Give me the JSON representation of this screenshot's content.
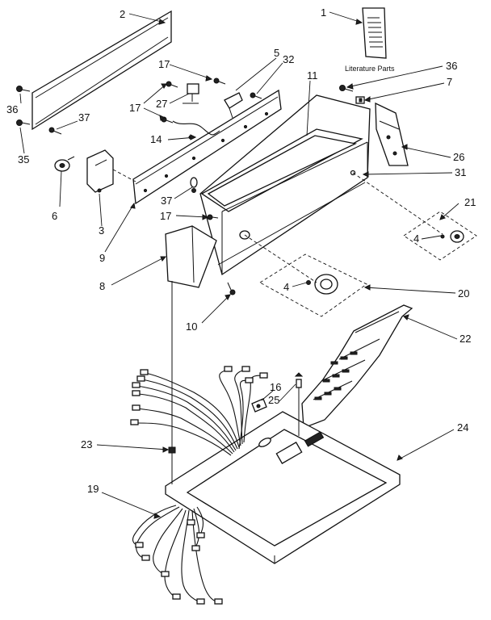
{
  "callouts": {
    "c1": "1",
    "c2": "2",
    "c3": "3",
    "c4a": "4",
    "c4b": "4",
    "c5": "5",
    "c6": "6",
    "c7": "7",
    "c8": "8",
    "c9": "9",
    "c10": "10",
    "c11": "11",
    "c14": "14",
    "c16": "16",
    "c17a": "17",
    "c17b": "17",
    "c17c": "17",
    "c19": "19",
    "c20": "20",
    "c21": "21",
    "c22": "22",
    "c23": "23",
    "c24": "24",
    "c25": "25",
    "c26": "26",
    "c27": "27",
    "c31": "31",
    "c32": "32",
    "c35": "35",
    "c36a": "36",
    "c36b": "36",
    "c37a": "37",
    "c37b": "37"
  },
  "literature_label": "Literature Parts"
}
